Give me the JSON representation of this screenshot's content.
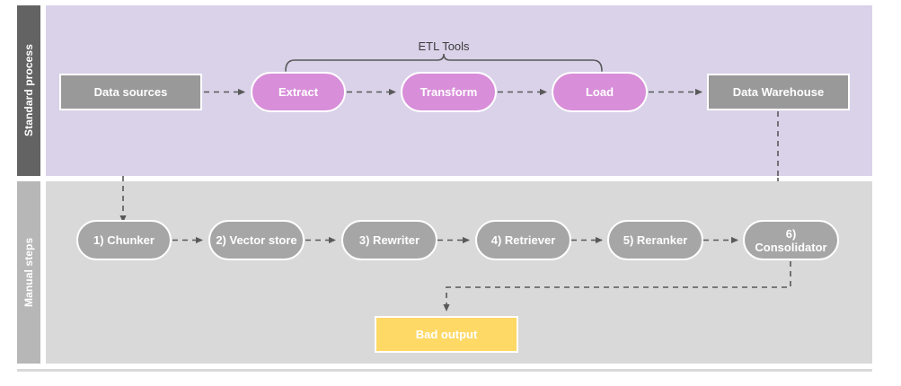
{
  "diagram": {
    "title_text": "ETL Tools",
    "colors": {
      "standard_band": "#636363",
      "standard_panel": "#d9d2e9",
      "manual_band": "#b7b7b7",
      "manual_panel": "#d9d9d9",
      "gray_node": "#999999",
      "pill_purple": "#d88ed9",
      "bad_output": "#ffd966",
      "connector": "#595959",
      "divider": "#d9d9d9",
      "label_text": "#ffffff",
      "brace_text": "#3c3c3c"
    },
    "bands": [
      {
        "id": "standard-process",
        "label": "Standard process"
      },
      {
        "id": "manual-steps",
        "label": "Manual steps"
      }
    ],
    "standard_process": {
      "nodes": [
        {
          "id": "data-sources",
          "label": "Data sources",
          "shape": "rect",
          "fill": "gray"
        },
        {
          "id": "extract",
          "label": "Extract",
          "shape": "pill",
          "fill": "purple"
        },
        {
          "id": "transform",
          "label": "Transform",
          "shape": "pill",
          "fill": "purple"
        },
        {
          "id": "load",
          "label": "Load",
          "shape": "pill",
          "fill": "purple"
        },
        {
          "id": "data-warehouse",
          "label": "Data Warehouse",
          "shape": "rect",
          "fill": "gray"
        }
      ],
      "brace_label": "ETL Tools"
    },
    "manual_steps": {
      "nodes": [
        {
          "id": "chunker",
          "label": "1) Chunker",
          "shape": "pill",
          "fill": "gray"
        },
        {
          "id": "vector-store",
          "label": "2) Vector store",
          "shape": "pill",
          "fill": "gray"
        },
        {
          "id": "rewriter",
          "label": "3) Rewriter",
          "shape": "pill",
          "fill": "gray"
        },
        {
          "id": "retriever",
          "label": "4) Retriever",
          "shape": "pill",
          "fill": "gray"
        },
        {
          "id": "reranker",
          "label": "5) Reranker",
          "shape": "pill",
          "fill": "gray"
        },
        {
          "id": "consolidator",
          "label": "6) Consolidator",
          "shape": "pill",
          "fill": "gray"
        }
      ],
      "output": {
        "id": "bad-output",
        "label": "Bad output",
        "shape": "rect",
        "fill": "yellow"
      }
    }
  }
}
